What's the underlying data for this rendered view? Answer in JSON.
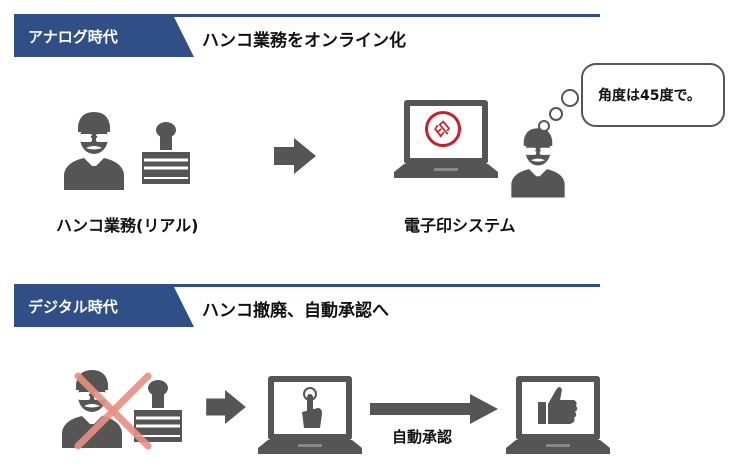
{
  "section1": {
    "tag": "アナログ時代",
    "heading": "ハンコ業務をオンライン化",
    "left_caption": "ハンコ業務(リアル)",
    "right_caption": "電子印システム",
    "stamp_char": "印",
    "speech": "角度は45度で。"
  },
  "section2": {
    "tag": "デジタル時代",
    "heading": "ハンコ撤廃、自動承認へ",
    "arrow_label": "自動承認"
  },
  "colors": {
    "tag_bg": "#2f4f86",
    "icon_dark": "#555555",
    "cross": "#e89080",
    "stamp_red": "#c8202a"
  }
}
